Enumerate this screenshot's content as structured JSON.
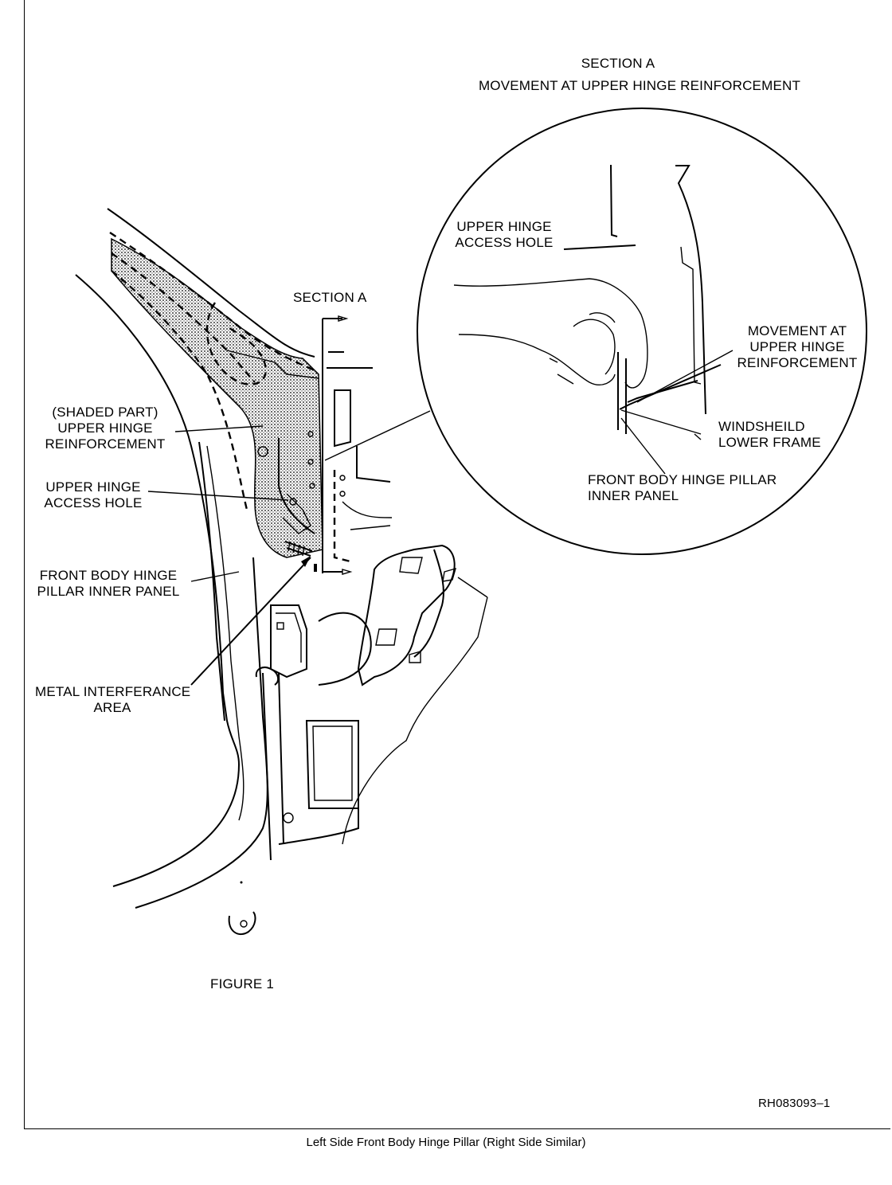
{
  "labels": {
    "section_a_title": "SECTION A",
    "section_a_subtitle": "MOVEMENT AT UPPER HINGE REINFORCEMENT",
    "section_a_marker": "SECTION A",
    "detail_access_hole": [
      "UPPER HINGE",
      "ACCESS HOLE"
    ],
    "detail_movement": [
      "MOVEMENT AT",
      "UPPER HINGE",
      "REINFORCEMENT"
    ],
    "detail_windshield": [
      "WINDSHEILD",
      "LOWER FRAME"
    ],
    "detail_pillar_panel": [
      "FRONT BODY HINGE PILLAR",
      "INNER PANEL"
    ],
    "shaded_part": [
      "(SHADED PART)",
      "UPPER HINGE",
      "REINFORCEMENT"
    ],
    "access_hole": [
      "UPPER HINGE",
      "ACCESS HOLE"
    ],
    "pillar_inner_panel": [
      "FRONT BODY HINGE",
      "PILLAR INNER PANEL"
    ],
    "metal_interference": [
      "METAL INTERFERANCE",
      "AREA"
    ],
    "figure": "FIGURE 1",
    "ref_code": "RH083093–1"
  },
  "caption": "Left Side Front Body Hinge Pillar (Right Side Similar)"
}
